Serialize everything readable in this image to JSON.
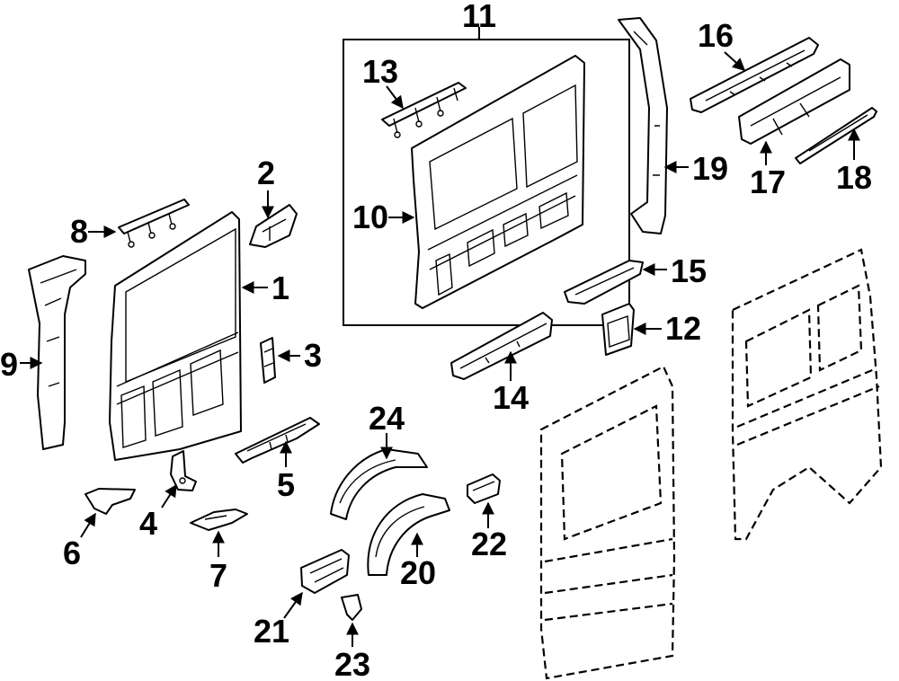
{
  "diagram": {
    "callouts": [
      "1",
      "2",
      "3",
      "4",
      "5",
      "6",
      "7",
      "8",
      "9",
      "10",
      "11",
      "12",
      "13",
      "14",
      "15",
      "16",
      "17",
      "18",
      "19",
      "20",
      "21",
      "22",
      "23",
      "24"
    ],
    "colors": {
      "ink": "#000000",
      "paper": "#ffffff"
    }
  }
}
